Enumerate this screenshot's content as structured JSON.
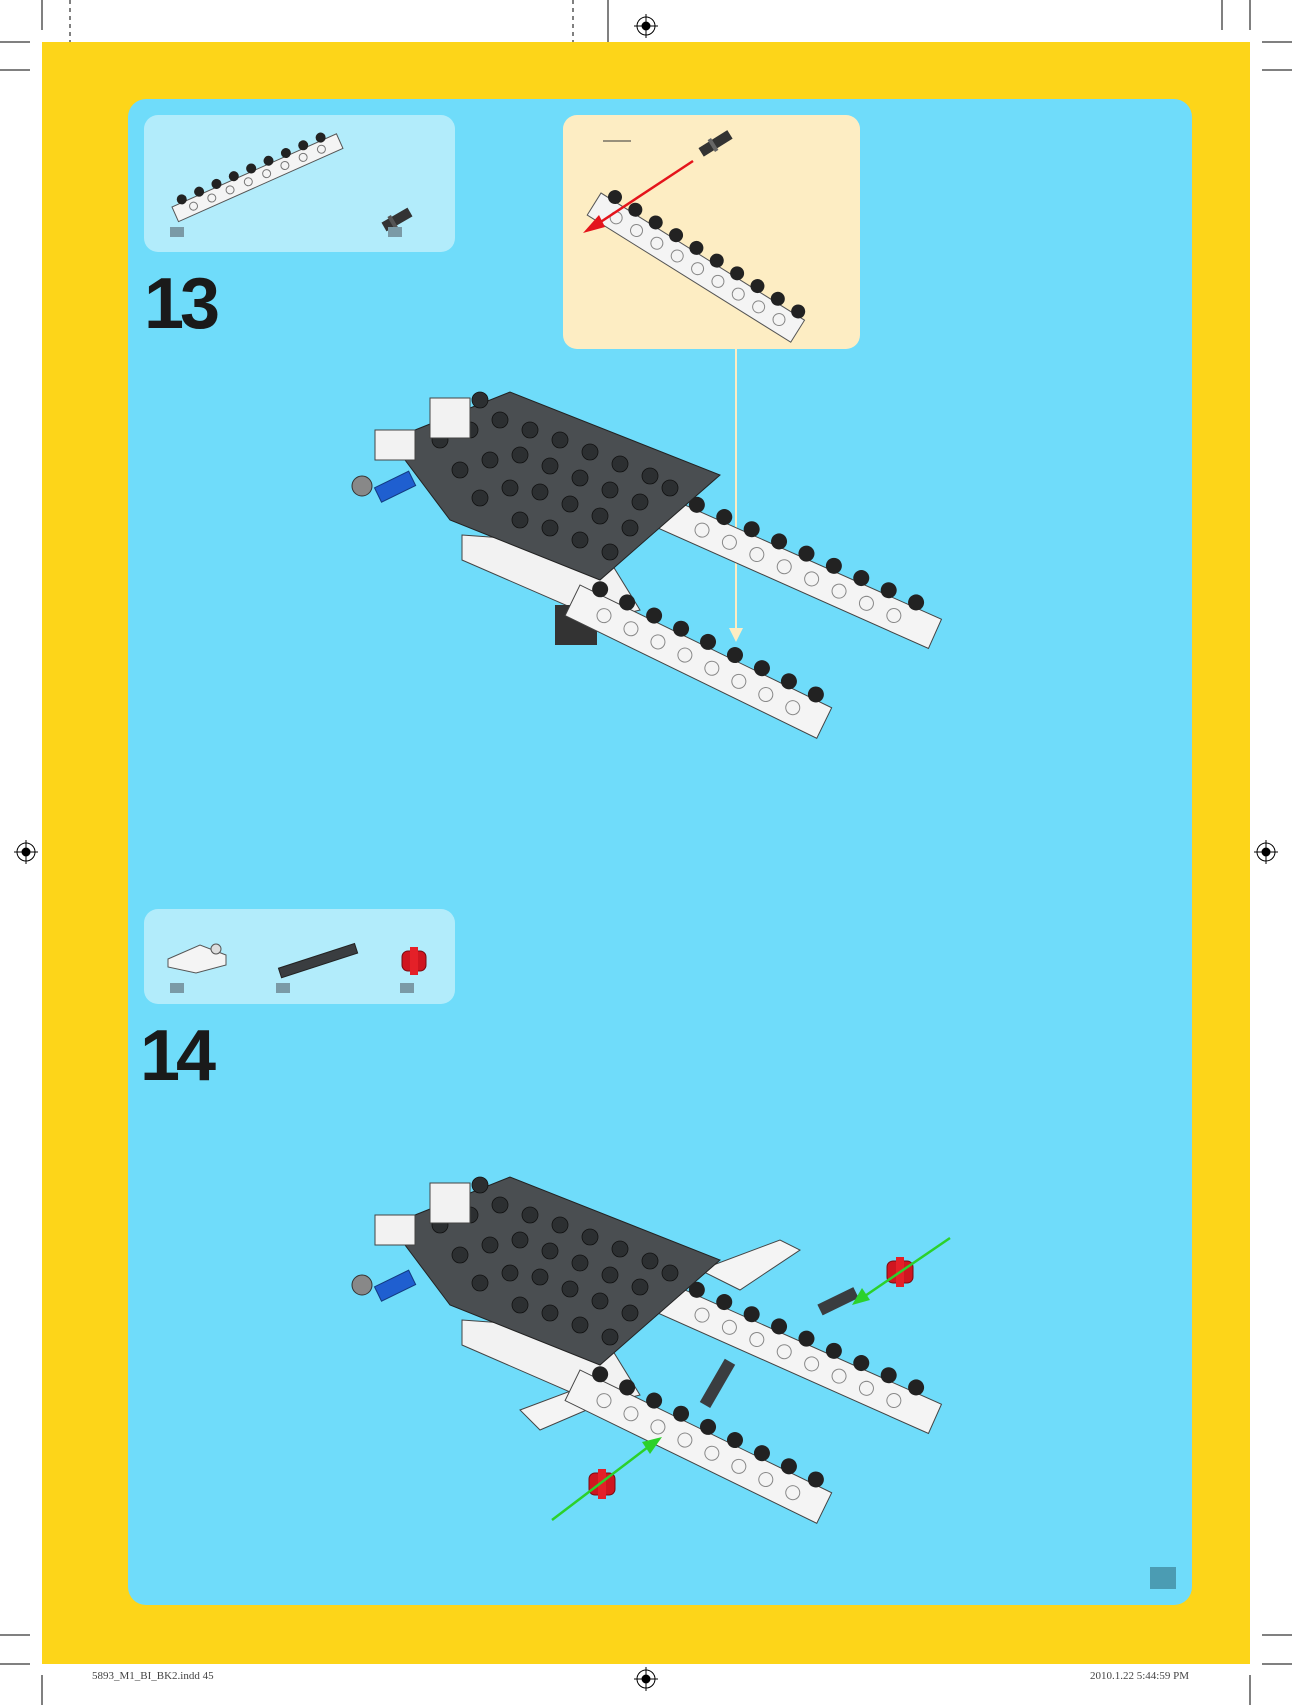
{
  "page": {
    "number": "",
    "footer_left": "5893_M1_BI_BK2.indd   45",
    "footer_right": "2010.1.22   5:44:59 PM"
  },
  "steps": [
    {
      "number": "13",
      "parts_quantities": [
        "",
        ""
      ]
    },
    {
      "number": "14",
      "parts_quantities": [
        "",
        "",
        ""
      ]
    }
  ],
  "colors": {
    "border_yellow": "#fdd519",
    "panel_blue": "#6fdcfa",
    "parts_box": "#b2ecfb",
    "callout_cream": "#fdedc3",
    "arrow_red": "#e4141b",
    "arrow_green": "#2bd12b",
    "callout_line": "#fdedc3"
  }
}
